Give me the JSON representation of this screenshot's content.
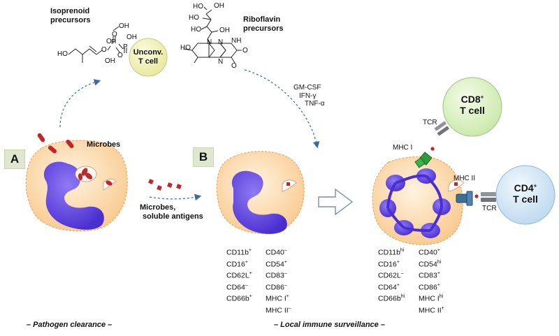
{
  "panels": {
    "a": "A",
    "b": "B"
  },
  "precursors": {
    "isoprenoid": [
      "Isoprenoid",
      "precursors"
    ],
    "riboflavin": [
      "Riboflavin",
      "precursors"
    ]
  },
  "unconv_t_cell": [
    "Unconv.",
    "T cell"
  ],
  "cytokines": [
    "GM-CSF",
    "IFN-γ",
    "TNF-α"
  ],
  "microbes_label": "Microbes",
  "microbes_soluble_label": [
    "Microbes,",
    "soluble antigens"
  ],
  "cd8_t_cell": {
    "name": "CD8",
    "sup": "+",
    "suffix": "T cell",
    "tcr": "TCR"
  },
  "cd4_t_cell": {
    "name": "CD4",
    "sup": "+",
    "suffix": "T cell",
    "tcr": "TCR"
  },
  "mhc1_label": "MHC I",
  "mhc2_label": "MHC II",
  "chem_labels": {
    "ho_top": [
      "HO",
      "HO",
      "HO",
      "OH",
      "OH"
    ],
    "ribo": [
      "N",
      "N",
      "N",
      "NH",
      "O",
      "O",
      "HO"
    ],
    "iso": [
      "HO",
      "O",
      "O",
      "P",
      "P",
      "OH",
      "OH",
      "O",
      "O",
      "OH"
    ]
  },
  "markers_b": {
    "col1": [
      {
        "base": "CD11b",
        "sup": "+"
      },
      {
        "base": "CD16",
        "sup": "+"
      },
      {
        "base": "CD62L",
        "sup": "+"
      },
      {
        "base": "CD64",
        "sup": "–"
      },
      {
        "base": "CD66b",
        "sup": "+"
      }
    ],
    "col2": [
      {
        "base": "CD40",
        "sup": "–"
      },
      {
        "base": "CD54",
        "sup": "+"
      },
      {
        "base": "CD83",
        "sup": "–"
      },
      {
        "base": "CD86",
        "sup": "–"
      },
      {
        "base": "MHC I",
        "sup": "+"
      },
      {
        "base": "MHC II",
        "sup": "–"
      }
    ]
  },
  "markers_act": {
    "col1": [
      {
        "base": "CD11b",
        "sup": "hi"
      },
      {
        "base": "CD16",
        "sup": "+"
      },
      {
        "base": "CD62L",
        "sup": "–"
      },
      {
        "base": "CD64",
        "sup": "+"
      },
      {
        "base": "CD66b",
        "sup": "hi"
      }
    ],
    "col2": [
      {
        "base": "CD40",
        "sup": "+"
      },
      {
        "base": "CD54",
        "sup": "hi"
      },
      {
        "base": "CD83",
        "sup": "+"
      },
      {
        "base": "CD86",
        "sup": "+"
      },
      {
        "base": "MHC I",
        "sup": "hi"
      },
      {
        "base": "MHC II",
        "sup": "+"
      }
    ]
  },
  "footers": {
    "left": "– Pathogen clearance –",
    "right": "– Local immune surveillance –"
  },
  "colors": {
    "cell_fill": "#fcdcb4",
    "cell_stroke": "#e6a968",
    "nucleus": "#6d4fe6",
    "microbe": "#c0272d",
    "t_cell_fill": "#e2f3c4",
    "cd_cell_fill": "#dcebf5",
    "mhc1": "#2f9a3a",
    "mhc2": "#3a6f97",
    "arrow": "#3c6aa0"
  }
}
